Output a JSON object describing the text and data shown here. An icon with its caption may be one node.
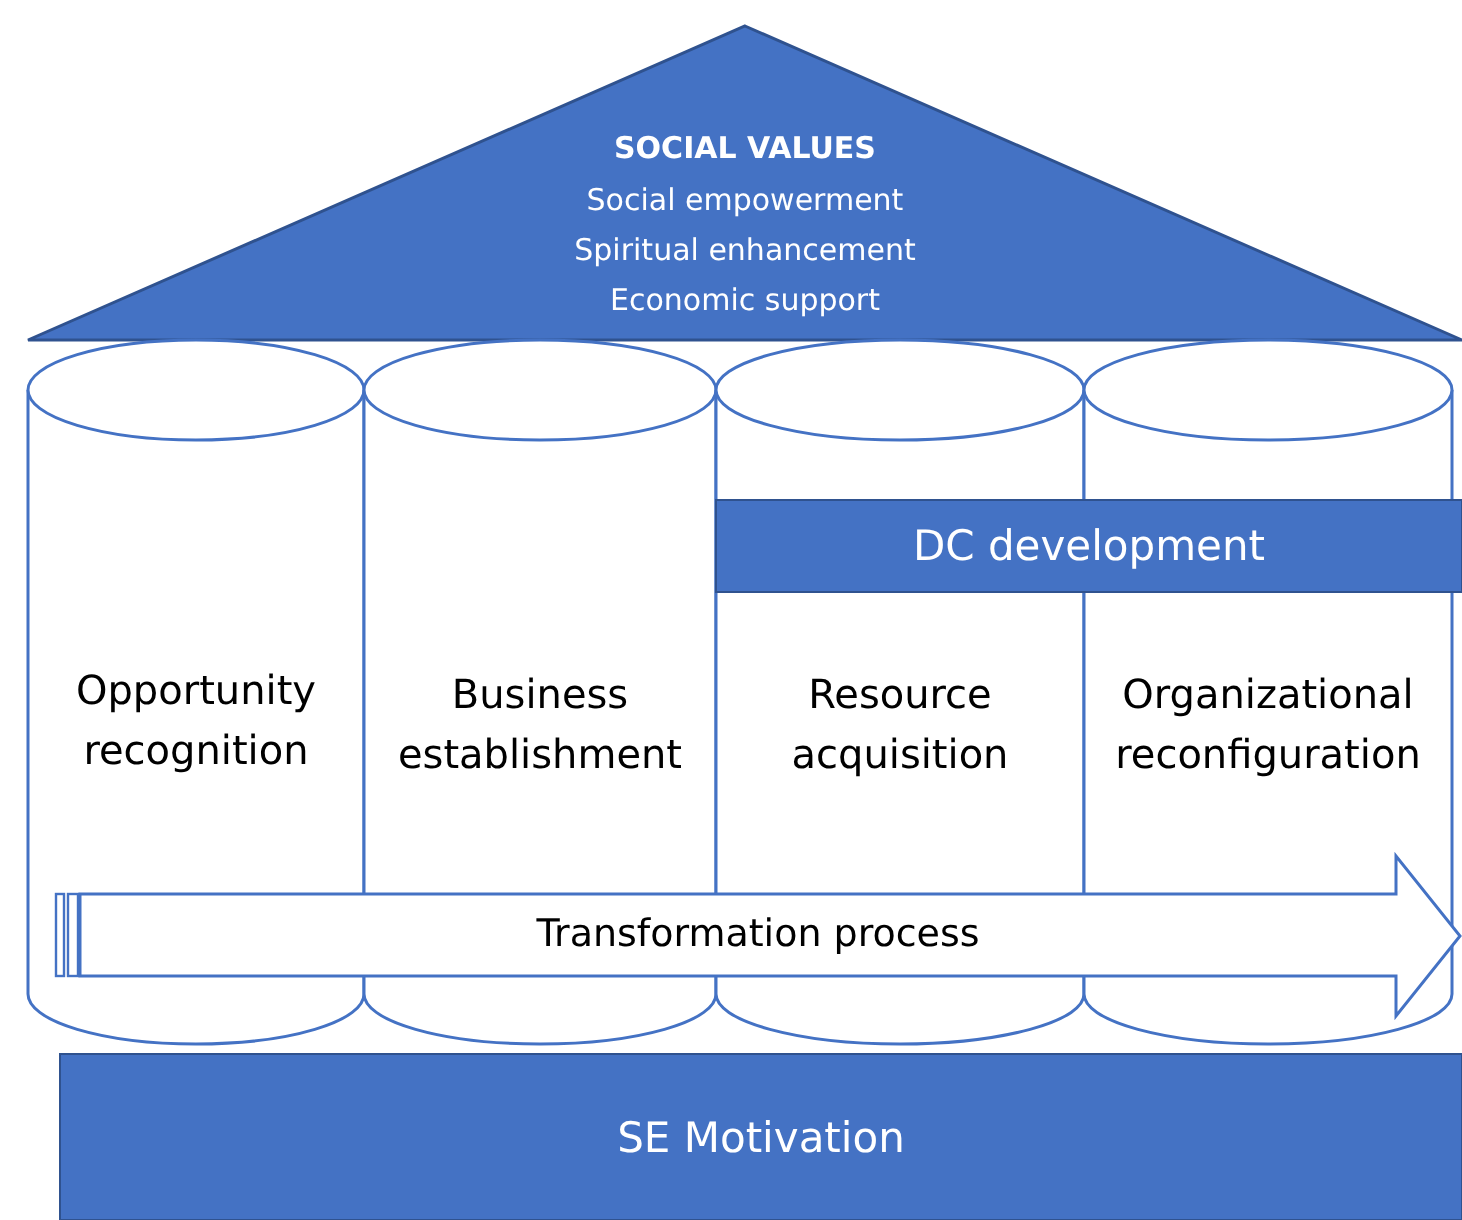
{
  "diagram": {
    "nodes": [
      {
        "text": [
          "SOCIAL VALUES",
          "Social empowerment",
          "Spiritual enhancement",
          "Economic support"
        ]
      },
      {
        "text": [
          "Opportunity recognition"
        ]
      },
      {
        "text": [
          "Business establishment"
        ]
      },
      {
        "text": [
          "Resource acquisition"
        ]
      },
      {
        "text": [
          "Organizational reconfiguration"
        ]
      },
      {
        "text": [
          "DC development"
        ]
      },
      {
        "text": [
          "Transformation process"
        ]
      },
      {
        "text": [
          "SE Motivation"
        ]
      }
    ],
    "edges": []
  }
}
